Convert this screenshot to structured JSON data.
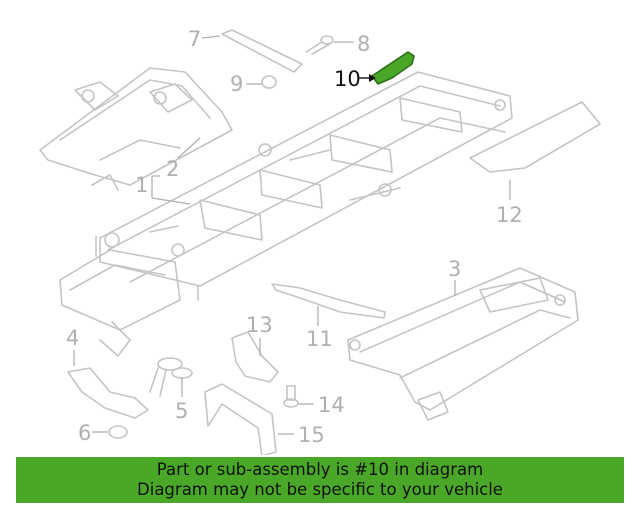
{
  "diagram": {
    "highlight_color": "#4aa829",
    "line_color": "#c4c4c4",
    "callouts": [
      {
        "num": "1",
        "part": "frame-assembly"
      },
      {
        "num": "2",
        "part": "front-crossmember"
      },
      {
        "num": "3",
        "part": "rear-frame-section"
      },
      {
        "num": "4",
        "part": "bracket"
      },
      {
        "num": "5",
        "part": "mount-bolt"
      },
      {
        "num": "6",
        "part": "nut"
      },
      {
        "num": "7",
        "part": "strip"
      },
      {
        "num": "8",
        "part": "bolt"
      },
      {
        "num": "9",
        "part": "nut"
      },
      {
        "num": "10",
        "part": "highlighted-bracket"
      },
      {
        "num": "11",
        "part": "support-bracket"
      },
      {
        "num": "12",
        "part": "shield-panel"
      },
      {
        "num": "13",
        "part": "bracket"
      },
      {
        "num": "14",
        "part": "bolt"
      },
      {
        "num": "15",
        "part": "shield"
      }
    ]
  },
  "banner": {
    "line1": "Part or sub-assembly is #10 in diagram",
    "line2": "Diagram may not be specific to your vehicle",
    "color": "#4aa829"
  }
}
